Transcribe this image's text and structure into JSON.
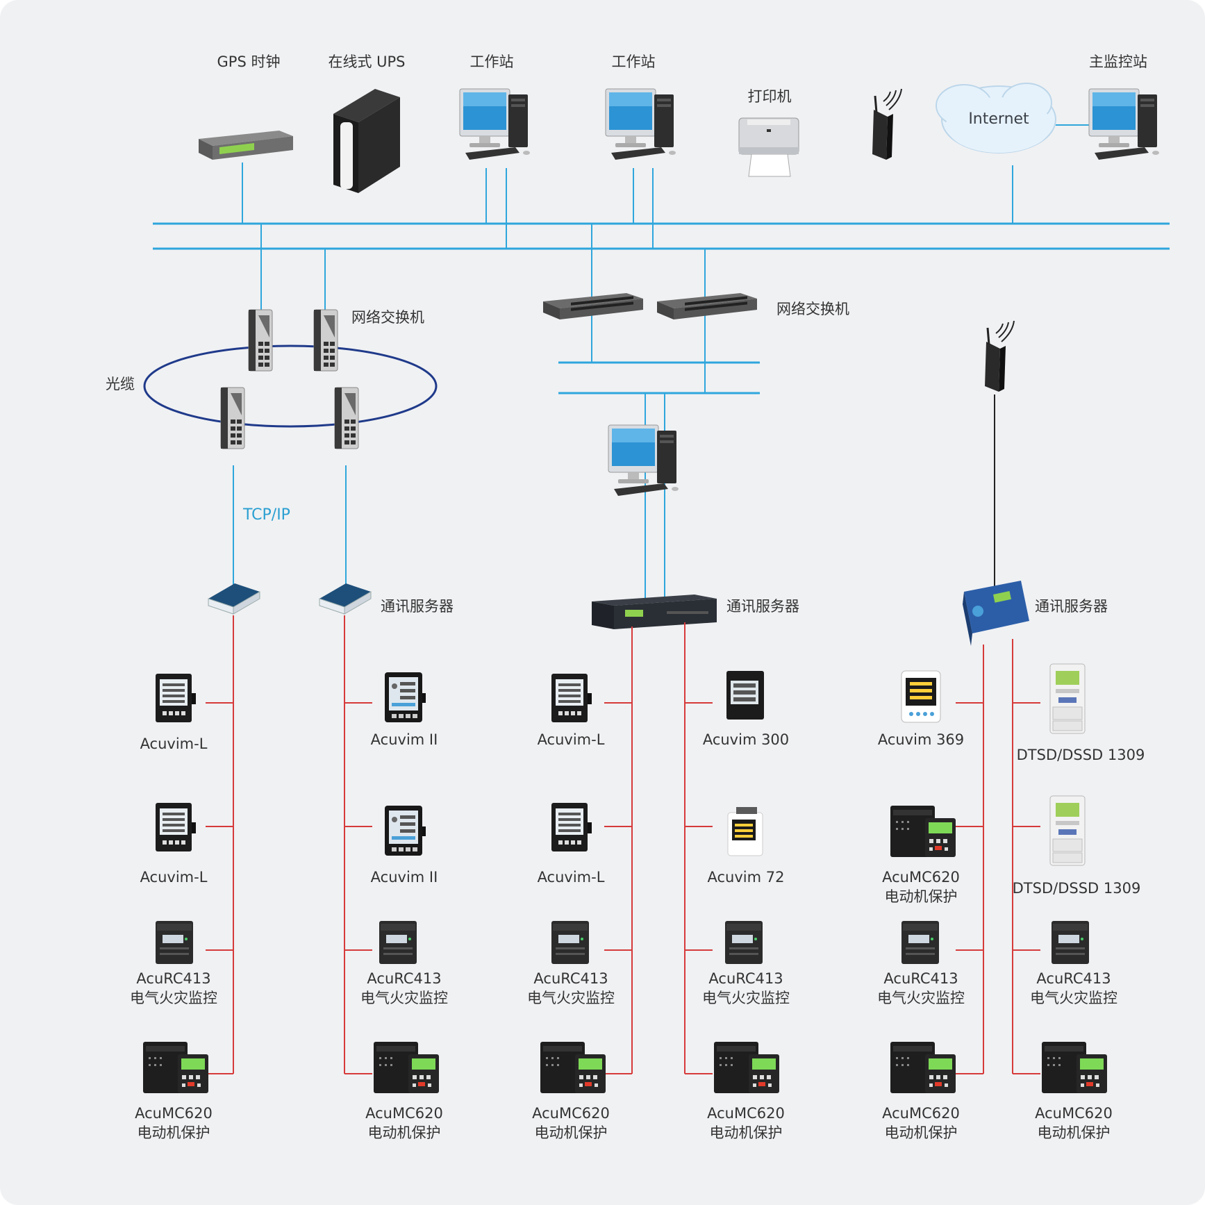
{
  "top": {
    "gps": "GPS 时钟",
    "ups": "在线式 UPS",
    "workstation1": "工作站",
    "workstation2": "工作站",
    "printer": "打印机",
    "internet": "Internet",
    "main_station": "主监控站"
  },
  "network": {
    "ring_switch": "网络交换机",
    "rack_switch": "网络交换机",
    "fiber": "光缆",
    "tcpip": "TCP/IP"
  },
  "servers": {
    "s1": "通讯服务器",
    "s2": "通讯服务器",
    "s3": "通讯服务器"
  },
  "devices": {
    "c1": [
      {
        "name": "Acuvim-L"
      },
      {
        "name": "Acuvim-L"
      },
      {
        "name": "AcuRC413",
        "sub": "电气火灾监控"
      },
      {
        "name": "AcuMC620",
        "sub": "电动机保护"
      }
    ],
    "c2": [
      {
        "name": "Acuvim II"
      },
      {
        "name": "Acuvim II"
      },
      {
        "name": "AcuRC413",
        "sub": "电气火灾监控"
      },
      {
        "name": "AcuMC620",
        "sub": "电动机保护"
      }
    ],
    "c3": [
      {
        "name": "Acuvim-L"
      },
      {
        "name": "Acuvim-L"
      },
      {
        "name": "AcuRC413",
        "sub": "电气火灾监控"
      },
      {
        "name": "AcuMC620",
        "sub": "电动机保护"
      }
    ],
    "c4": [
      {
        "name": "Acuvim 300"
      },
      {
        "name": "Acuvim 72"
      },
      {
        "name": "AcuRC413",
        "sub": "电气火灾监控"
      },
      {
        "name": "AcuMC620",
        "sub": "电动机保护"
      }
    ],
    "c5": [
      {
        "name": "Acuvim 369"
      },
      {
        "name": "AcuMC620",
        "sub": "电动机保护"
      },
      {
        "name": "AcuRC413",
        "sub": "电气火灾监控"
      },
      {
        "name": "AcuMC620",
        "sub": "电动机保护"
      }
    ],
    "c6": [
      {
        "name": "DTSD/DSSD 1309"
      },
      {
        "name": "DTSD/DSSD 1309"
      },
      {
        "name": "AcuRC413",
        "sub": "电气火灾监控"
      },
      {
        "name": "AcuMC620",
        "sub": "电动机保护"
      }
    ]
  },
  "colors": {
    "background": "#f0f1f3",
    "bus": "#2ea6dc",
    "serial_line": "#d63a3a",
    "fiber_ring": "#1f3a8a"
  }
}
